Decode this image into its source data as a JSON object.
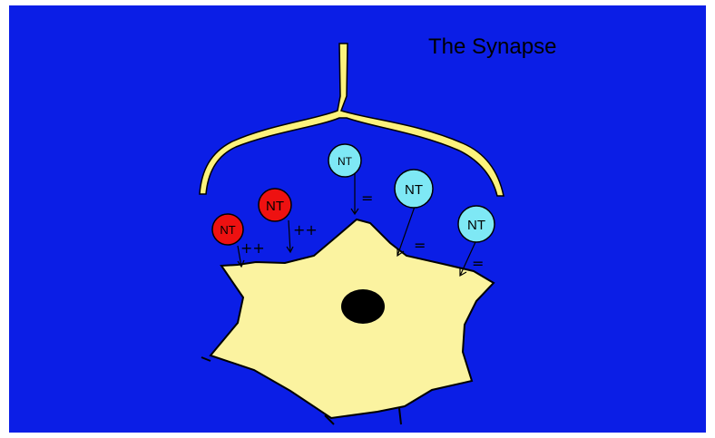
{
  "title": "The Synapse",
  "colors": {
    "background": "#0b1ee6",
    "axon": "#fdf27c",
    "cell_body": "#fbf3a0",
    "nucleus": "#000000",
    "excitatory_nt": "#ee1111",
    "inhibitory_nt": "#7ee8f5",
    "outline": "#000000"
  },
  "neurotransmitters": [
    {
      "label": "NT",
      "type": "excitatory",
      "sign": "++"
    },
    {
      "label": "NT",
      "type": "excitatory",
      "sign": "++"
    },
    {
      "label": "NT",
      "type": "inhibitory",
      "sign": "="
    },
    {
      "label": "NT",
      "type": "inhibitory",
      "sign": "="
    },
    {
      "label": "NT",
      "type": "inhibitory",
      "sign": "="
    }
  ]
}
